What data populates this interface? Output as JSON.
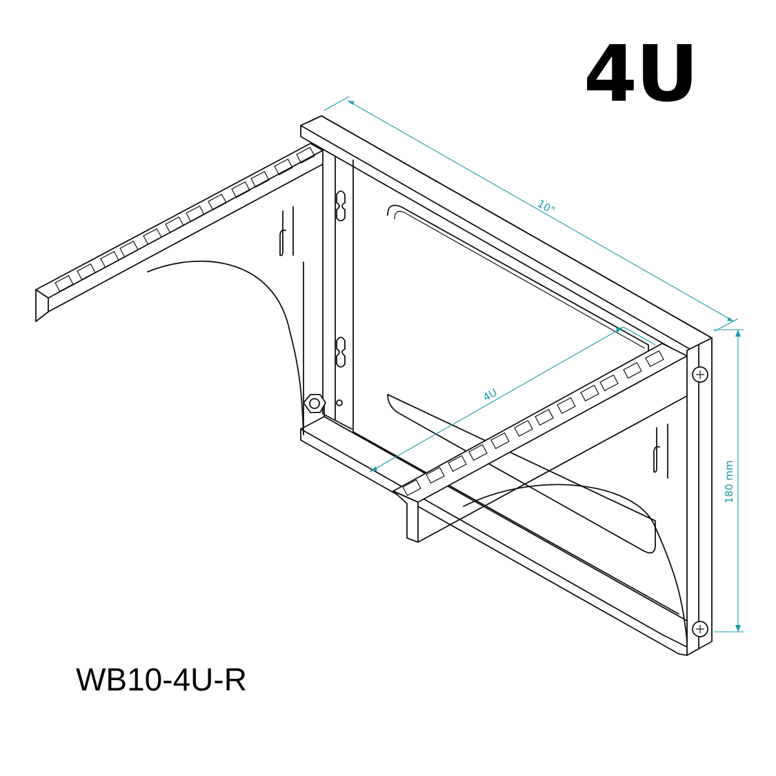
{
  "title": "4U",
  "model": "WB10-4U-R",
  "dimensions": {
    "depth": "10\"",
    "rack_units": "4U",
    "height": "180 mm"
  },
  "colors": {
    "line": "#111111",
    "dimension": "#1b9aa9",
    "background": "#ffffff"
  }
}
